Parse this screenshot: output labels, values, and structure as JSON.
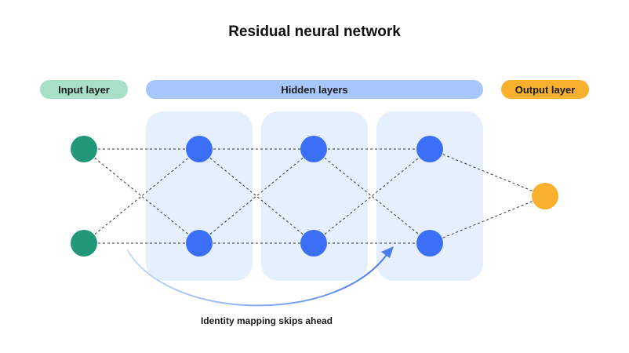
{
  "title": "Residual neural network",
  "labels": {
    "input": "Input layer",
    "hidden": "Hidden layers",
    "output": "Output layer"
  },
  "caption": "Identity mapping skips ahead",
  "colors": {
    "input_node": "#22977a",
    "hidden_node": "#3b6ff5",
    "output_node": "#f8b02f",
    "hidden_panel": "#e6effd",
    "connection": "#333333",
    "skip_arrow_start": "#c5dcfb",
    "skip_arrow_end": "#4a7cf0"
  },
  "layers": [
    {
      "kind": "input",
      "nodes": 2
    },
    {
      "kind": "hidden",
      "nodes": 2
    },
    {
      "kind": "hidden",
      "nodes": 2
    },
    {
      "kind": "hidden",
      "nodes": 2
    },
    {
      "kind": "output",
      "nodes": 1
    }
  ]
}
